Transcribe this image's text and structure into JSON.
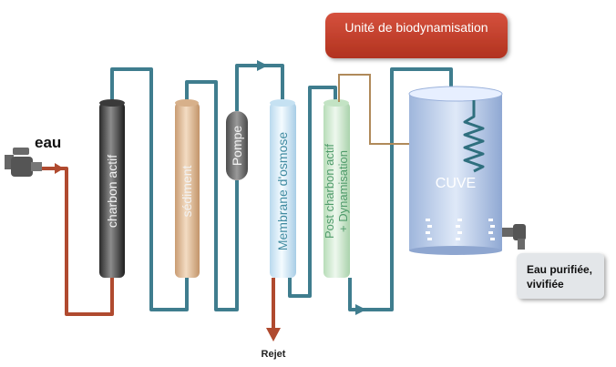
{
  "banner": {
    "label": "Unité de biodynamisation"
  },
  "inlet": {
    "label": "eau"
  },
  "filters": {
    "carbon": "charbon actif",
    "sediment": "sédiment",
    "pump": "Pompe",
    "membrane": "Membrane d'osmose",
    "post_line1": "Post charbon actif",
    "post_line2": "+ Dynamisation"
  },
  "tank": {
    "label": "CUVE"
  },
  "outlet": {
    "line1": "Eau purifiée,",
    "line2": "vivifiée"
  },
  "reject": {
    "label": "Rejet"
  },
  "colors": {
    "pipe": "#3f7d8e",
    "inlet_pipe": "#b04a2f",
    "banner": "#c0392b"
  }
}
